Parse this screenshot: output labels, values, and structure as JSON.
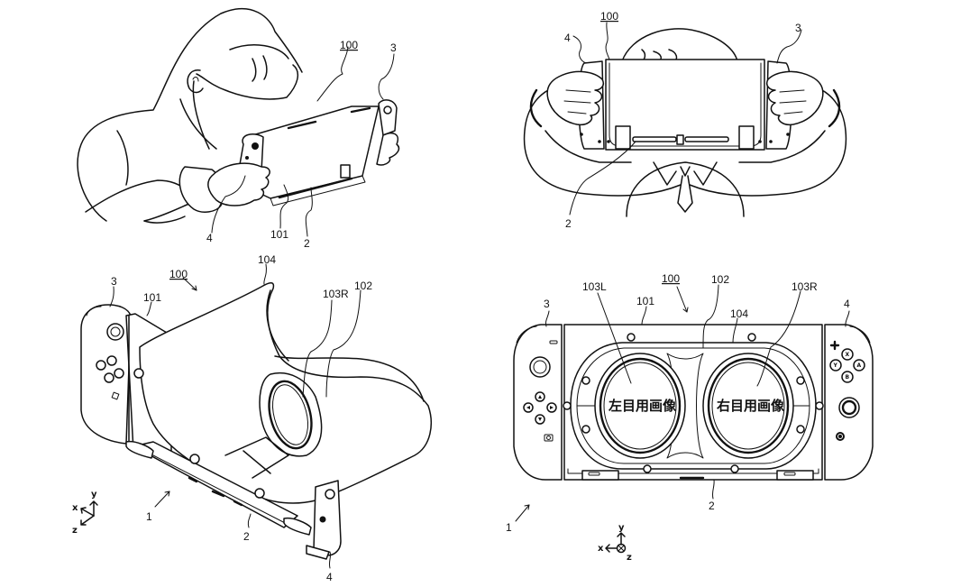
{
  "figures": [
    {
      "name": "user-side-view",
      "labels": {
        "assembly": "100",
        "right_controller": "3",
        "left_controller": "4",
        "body": "101",
        "console": "2"
      }
    },
    {
      "name": "user-front-view",
      "labels": {
        "assembly": "100",
        "left_controller": "4",
        "right_controller": "3",
        "console": "2"
      }
    },
    {
      "name": "perspective-view",
      "labels": {
        "assembly": "100",
        "body": "101",
        "controller_top": "3",
        "visor": "104",
        "right_lens": "103R",
        "partition": "102",
        "system": "1",
        "console": "2",
        "controller_bottom": "4"
      },
      "axes": {
        "x": "x",
        "y": "y",
        "z": "z"
      }
    },
    {
      "name": "rear-view",
      "labels": {
        "left_lens": "103L",
        "body": "101",
        "assembly": "100",
        "partition": "102",
        "visor": "104",
        "right_lens": "103R",
        "left_controller": "3",
        "right_controller": "4",
        "console": "2",
        "system": "1"
      },
      "left_image_text": "左目用画像",
      "right_image_text": "右目用画像",
      "buttons": {
        "x": "X",
        "y": "Y",
        "a": "A",
        "b": "B"
      },
      "axes": {
        "x": "x",
        "y": "y",
        "z": "z"
      }
    }
  ]
}
